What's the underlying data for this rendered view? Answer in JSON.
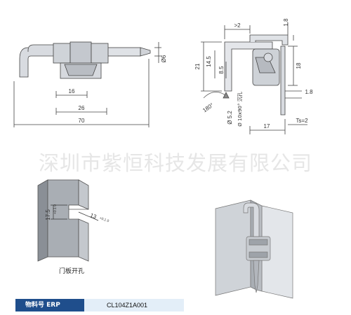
{
  "drawing_front": {
    "dim_diameter": "Ø6",
    "dim_width_body": "16",
    "dim_width_mid": "26",
    "dim_total": "70"
  },
  "drawing_side": {
    "dim_gt2": ">2",
    "dim_top_18": "1.8",
    "dim_21": "21",
    "dim_14_5": "14.5",
    "dim_8_5": "8.5",
    "dim_18": "18",
    "dim_right_18": "1.8",
    "dim_5_2": "Ø 5.2",
    "dim_csk": "Ø 10x90° 沉孔",
    "dim_180": "180°",
    "dim_17": "17",
    "dim_ts": "Ts=2"
  },
  "watermark": "深圳市紫恒科技发展有限公司",
  "hole_drawing": {
    "dim_17_5": "17.5",
    "dim_17_5_tol": "+0.1 0",
    "dim_13": "13",
    "dim_13_tol": "+0.1 0",
    "caption": "门板开孔"
  },
  "erp": {
    "label": "物料号 ERP",
    "value": "CL104Z1A001"
  },
  "colors": {
    "bar_label_bg": "#1f4e8c",
    "bar_value_bg": "#e3eef8",
    "watermark": "#e6e6e6"
  }
}
